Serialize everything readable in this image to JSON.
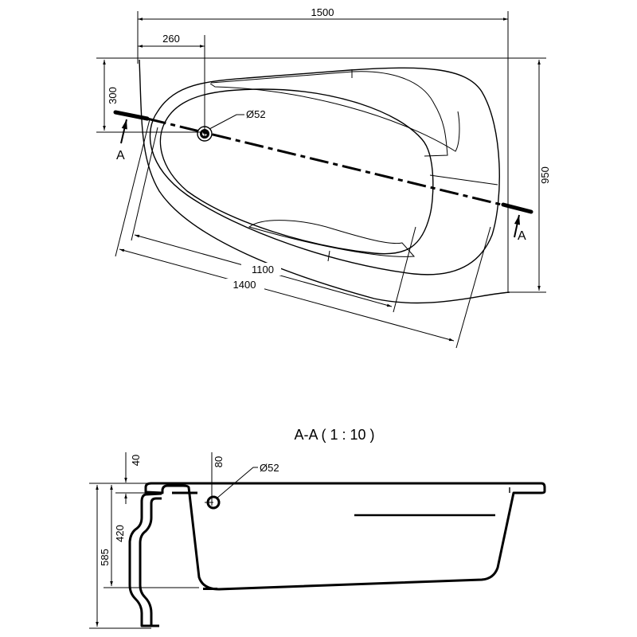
{
  "plan_view": {
    "dim_width": "1500",
    "dim_drain_offset_x": "260",
    "dim_drain_offset_y": "300",
    "dim_depth": "950",
    "dim_inner_length": "1100",
    "dim_outer_length": "1400",
    "drain_diameter": "Ø52",
    "section_marker_left": "A",
    "section_marker_right": "A"
  },
  "section_view": {
    "title": "A-A  ( 1 : 10 )",
    "dim_rim": "40",
    "dim_overflow": "80",
    "drain_diameter": "Ø52",
    "dim_basin_depth": "420",
    "dim_total_height": "585"
  }
}
